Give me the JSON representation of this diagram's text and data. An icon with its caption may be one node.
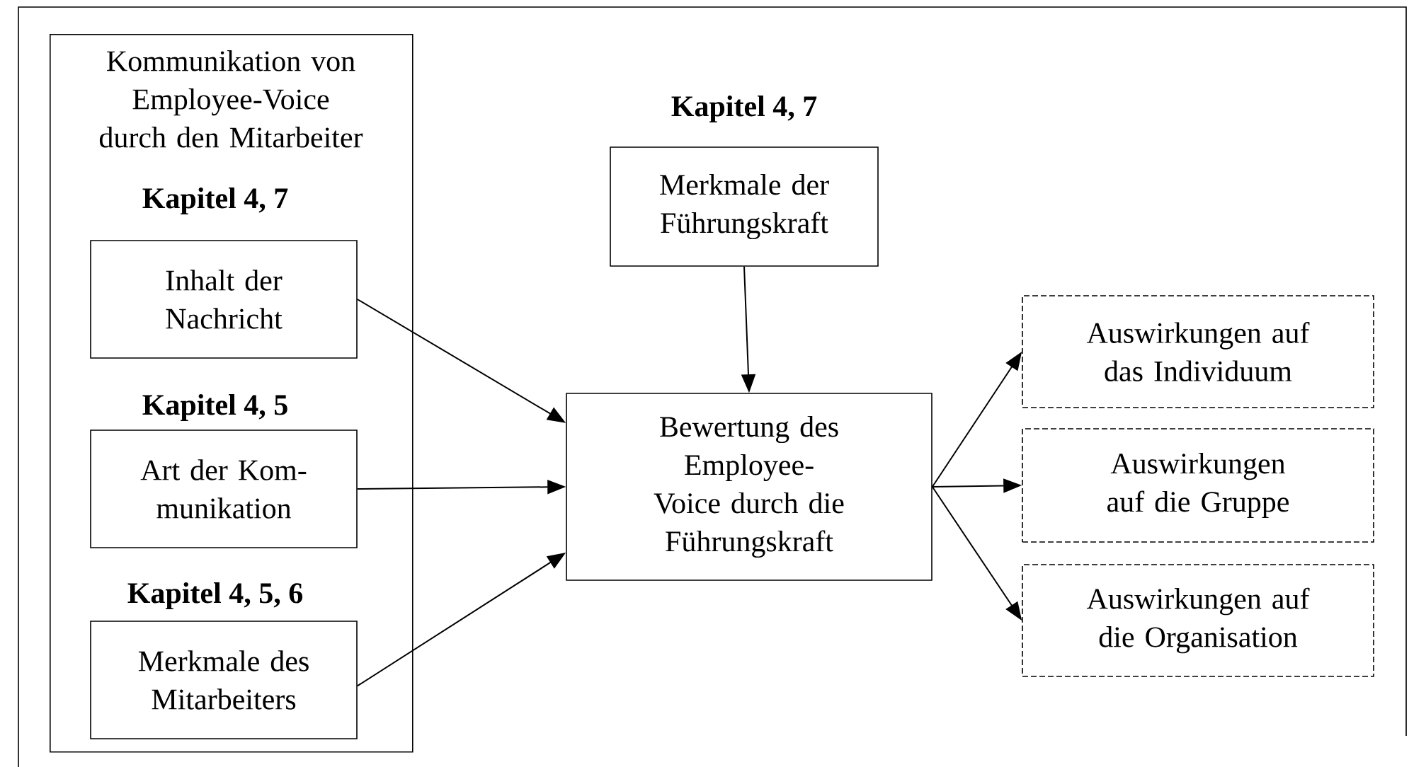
{
  "diagram": {
    "nodes": [
      {
        "text": [
          "Kommunikation von Employee-Voice durch den Mitarbeiter"
        ]
      },
      {
        "text": [
          "Inhalt der Nachricht"
        ],
        "in": 0,
        "beside": [
          "Kapitel 4, 7"
        ]
      },
      {
        "text": [
          "Art der Kom-munikation"
        ],
        "in": 0,
        "beside": [
          "Kapitel 4, 5"
        ]
      },
      {
        "text": [
          "Merkmale des Mitarbeiters"
        ],
        "in": 0,
        "beside": [
          "Kapitel 4, 5, 6"
        ]
      },
      {
        "text": [
          "Merkmale der Führungskraft"
        ],
        "beside": [
          "Kapitel 4, 7"
        ]
      },
      {
        "text": [
          "Bewertung des Employee-Voice durch die Führungskraft"
        ]
      },
      {
        "text": [
          "Auswirkungen auf das Individuum"
        ]
      },
      {
        "text": [
          "Auswirkungen auf die Gruppe"
        ]
      },
      {
        "text": [
          "Auswirkungen auf die Organisation"
        ]
      }
    ],
    "edges": [
      {
        "from": 1,
        "to": 5,
        "arrow": "to"
      },
      {
        "from": 2,
        "to": 5,
        "arrow": "to"
      },
      {
        "from": 3,
        "to": 5,
        "arrow": "to"
      },
      {
        "from": 4,
        "to": 5,
        "arrow": "to"
      },
      {
        "from": 5,
        "to": 6,
        "arrow": "to"
      },
      {
        "from": 5,
        "to": 7,
        "arrow": "to"
      },
      {
        "from": 5,
        "to": 8,
        "arrow": "to"
      }
    ]
  }
}
